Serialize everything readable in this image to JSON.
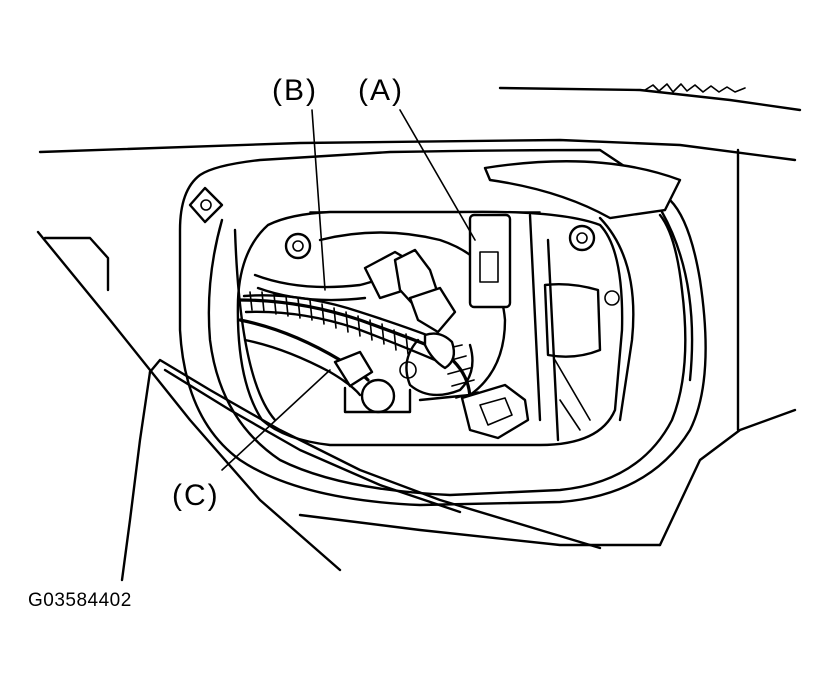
{
  "callouts": {
    "a": "(A)",
    "b": "(B)",
    "c": "(C)"
  },
  "figure_code": "G03584402",
  "colors": {
    "line": "#000000",
    "background": "#ffffff"
  }
}
